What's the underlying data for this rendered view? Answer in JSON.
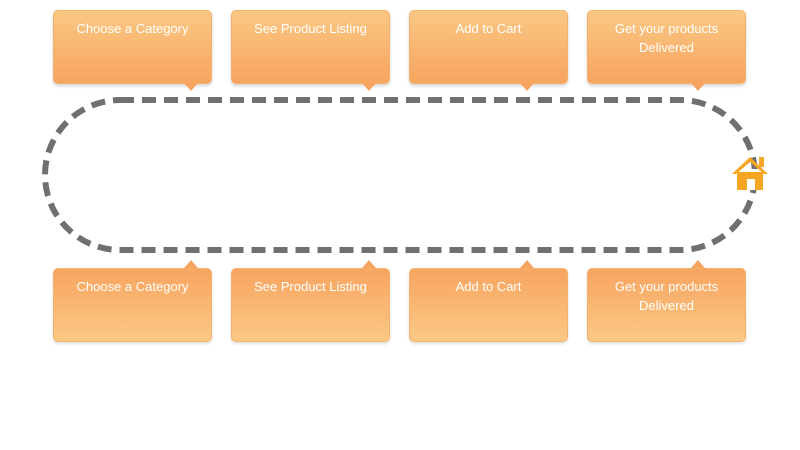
{
  "steps_top": [
    {
      "label": "Choose a Category"
    },
    {
      "label": "See Product Listing"
    },
    {
      "label": "Add to Cart"
    },
    {
      "label": "Get your products Delivered"
    }
  ],
  "steps_bottom": [
    {
      "label": "Choose a Category"
    },
    {
      "label": "See Product Listing"
    },
    {
      "label": "Add to Cart"
    },
    {
      "label": "Get your products Delivered"
    }
  ],
  "colors": {
    "card_light": "#fac884",
    "card_dark": "#f7a45f",
    "track": "#707070",
    "home_icon": "#f6a623"
  },
  "icons": {
    "end_marker": "home-icon"
  }
}
